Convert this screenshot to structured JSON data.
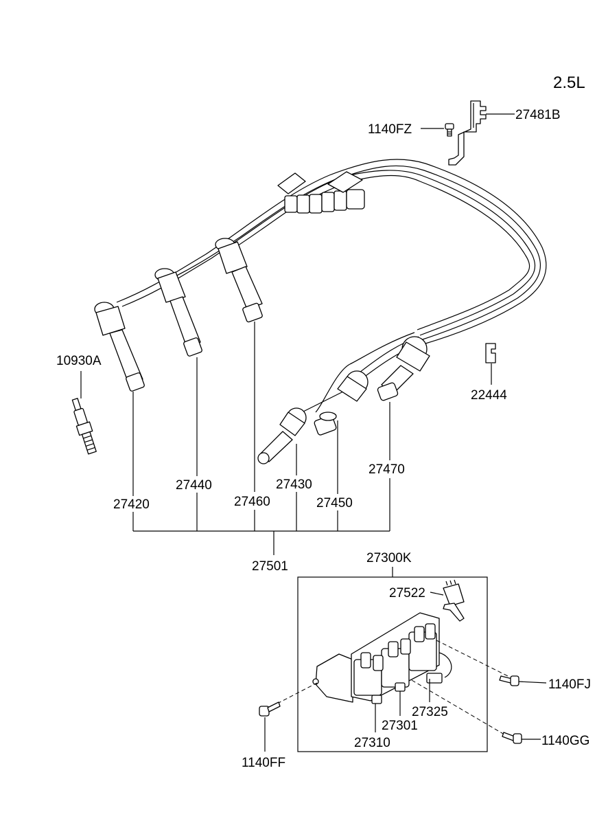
{
  "engine_label": "2.5L",
  "parts": {
    "p27481B": "27481B",
    "p1140FZ": "1140FZ",
    "p10930A": "10930A",
    "p22444": "22444",
    "p27420": "27420",
    "p27440": "27440",
    "p27460": "27460",
    "p27430": "27430",
    "p27450": "27450",
    "p27470": "27470",
    "p27501": "27501",
    "p27300K": "27300K",
    "p27522": "27522",
    "p1140FJ": "1140FJ",
    "p27325": "27325",
    "p27301": "27301",
    "p27310": "27310",
    "p1140GG": "1140GG",
    "p1140FF": "1140FF"
  }
}
